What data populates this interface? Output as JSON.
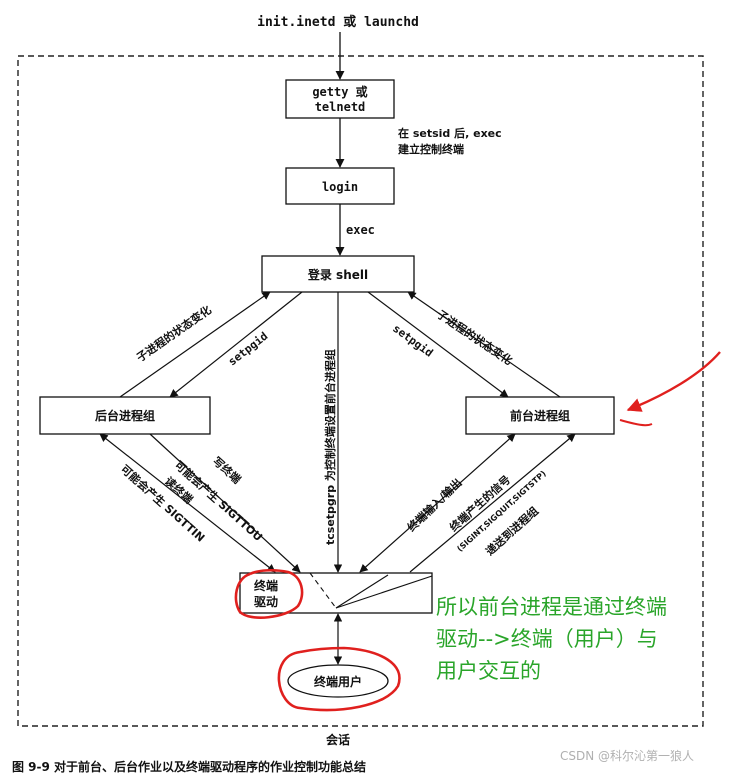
{
  "top_label": "init.inetd 或 launchd",
  "getty_box": {
    "line1": "getty 或",
    "line2": "telnetd"
  },
  "setsid_note": {
    "line1": "在 setsid 后, exec",
    "line2": "建立控制终端"
  },
  "login_box": "login",
  "exec_label": "exec",
  "shell_box": "登录 shell",
  "background_box": "后台进程组",
  "foreground_box": "前台进程组",
  "terminal_driver_box": {
    "line1": "终端",
    "line2": "驱动"
  },
  "terminal_user": "终端用户",
  "session_label": "会话",
  "edge_labels": {
    "child_state_left": "子进程的状态变化",
    "child_state_right": "子进程的状态变化",
    "setpgid_left": "setpgid",
    "setpgid_right": "setpgid",
    "tcsetpgrp": "tcsetpgrp 为控制终端设置前台进程组",
    "write_line1": "写终端",
    "write_line2": "可能会产生 SIGTTOU",
    "read_line1": "读终端",
    "read_line2": "可能会产生 SIGTTIN",
    "io": "终端输入/输出",
    "signals_line1": "终端产生的信号",
    "signals_line2": "(SIGINT,SIGQUIT,SIGTSTP)",
    "signals_line3": "递送到进程组"
  },
  "caption": "图 9-9   对于前台、后台作业以及终端驱动程序的作业控制功能总结",
  "annotation": {
    "line1": "所以前台进程是通过终端",
    "line2": "驱动-->终端（用户）与",
    "line3": "用户交互的"
  },
  "watermark": "CSDN @科尔沁第一狼人",
  "colors": {
    "annotation_red": "#e0201e",
    "annotation_green": "#2aa52a",
    "ink": "#111111"
  }
}
